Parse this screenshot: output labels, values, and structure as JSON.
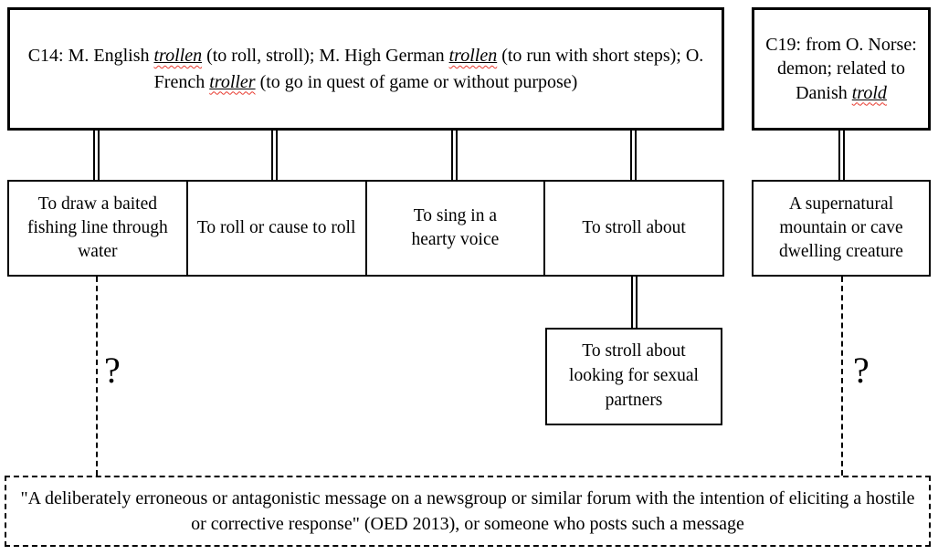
{
  "colors": {
    "line": "#000000",
    "background": "#ffffff",
    "text": "#000000",
    "spellcheck_underline": "#e8392e"
  },
  "etymology_c14": {
    "segments": [
      {
        "text": "C14: M. English ",
        "style": "plain"
      },
      {
        "text": "trollen",
        "style": "term"
      },
      {
        "text": " (to roll, stroll); M. High German ",
        "style": "plain"
      },
      {
        "text": "trollen",
        "style": "term"
      },
      {
        "text": " (to run with short steps); O. French ",
        "style": "plain"
      },
      {
        "text": "troller",
        "style": "term"
      },
      {
        "text": " (to go in quest of game or without purpose)",
        "style": "plain"
      }
    ]
  },
  "etymology_c19": {
    "segments": [
      {
        "text": "C19: from O. Norse: demon; related to Danish ",
        "style": "plain"
      },
      {
        "text": "trold",
        "style": "term"
      }
    ]
  },
  "senses": {
    "fishing": "To draw a baited fishing line through water",
    "roll": "To roll or cause to roll",
    "sing": "To sing in a hearty voice",
    "stroll": "To stroll about",
    "creature": "A supernatural mountain or cave dwelling creature",
    "cruise": "To stroll about looking for sexual partners"
  },
  "uncertain_links": {
    "left": "?",
    "right": "?"
  },
  "modern_definition": "\"A deliberately erroneous or antagonistic message on a newsgroup or similar forum with the intention of eliciting a hostile or corrective response\" (OED 2013), or someone who posts such a message"
}
